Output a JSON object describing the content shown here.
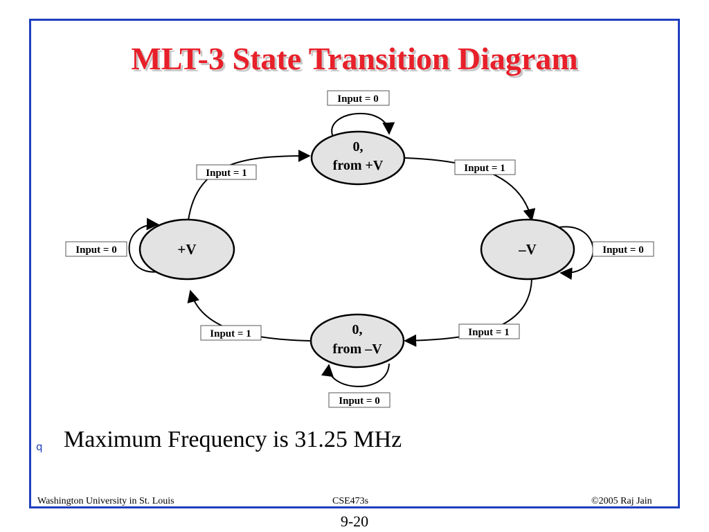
{
  "slide": {
    "title": "MLT-3 State Transition Diagram",
    "bullet_marker": "q",
    "bullet_text": "Maximum Frequency is 31.25 MHz"
  },
  "footer": {
    "left": "Washington University in St. Louis",
    "center": "CSE473s",
    "right": "©2005 Raj Jain"
  },
  "page_number": "9-20",
  "diagram": {
    "states": {
      "zero_from_plus": [
        "0,",
        "from +V"
      ],
      "minus_v": [
        "–V"
      ],
      "zero_from_minus": [
        "0,",
        "from –V"
      ],
      "plus_v": [
        "+V"
      ]
    },
    "edges": {
      "self_top": "Input = 0",
      "top_to_right": "Input = 1",
      "self_right": "Input = 0",
      "right_to_bottom": "Input = 1",
      "self_bottom": "Input = 0",
      "bottom_to_left": "Input = 1",
      "self_left": "Input = 0",
      "left_to_top": "Input = 1"
    },
    "colors": {
      "state_fill": "#e3e3e3",
      "stroke": "#000000"
    }
  }
}
